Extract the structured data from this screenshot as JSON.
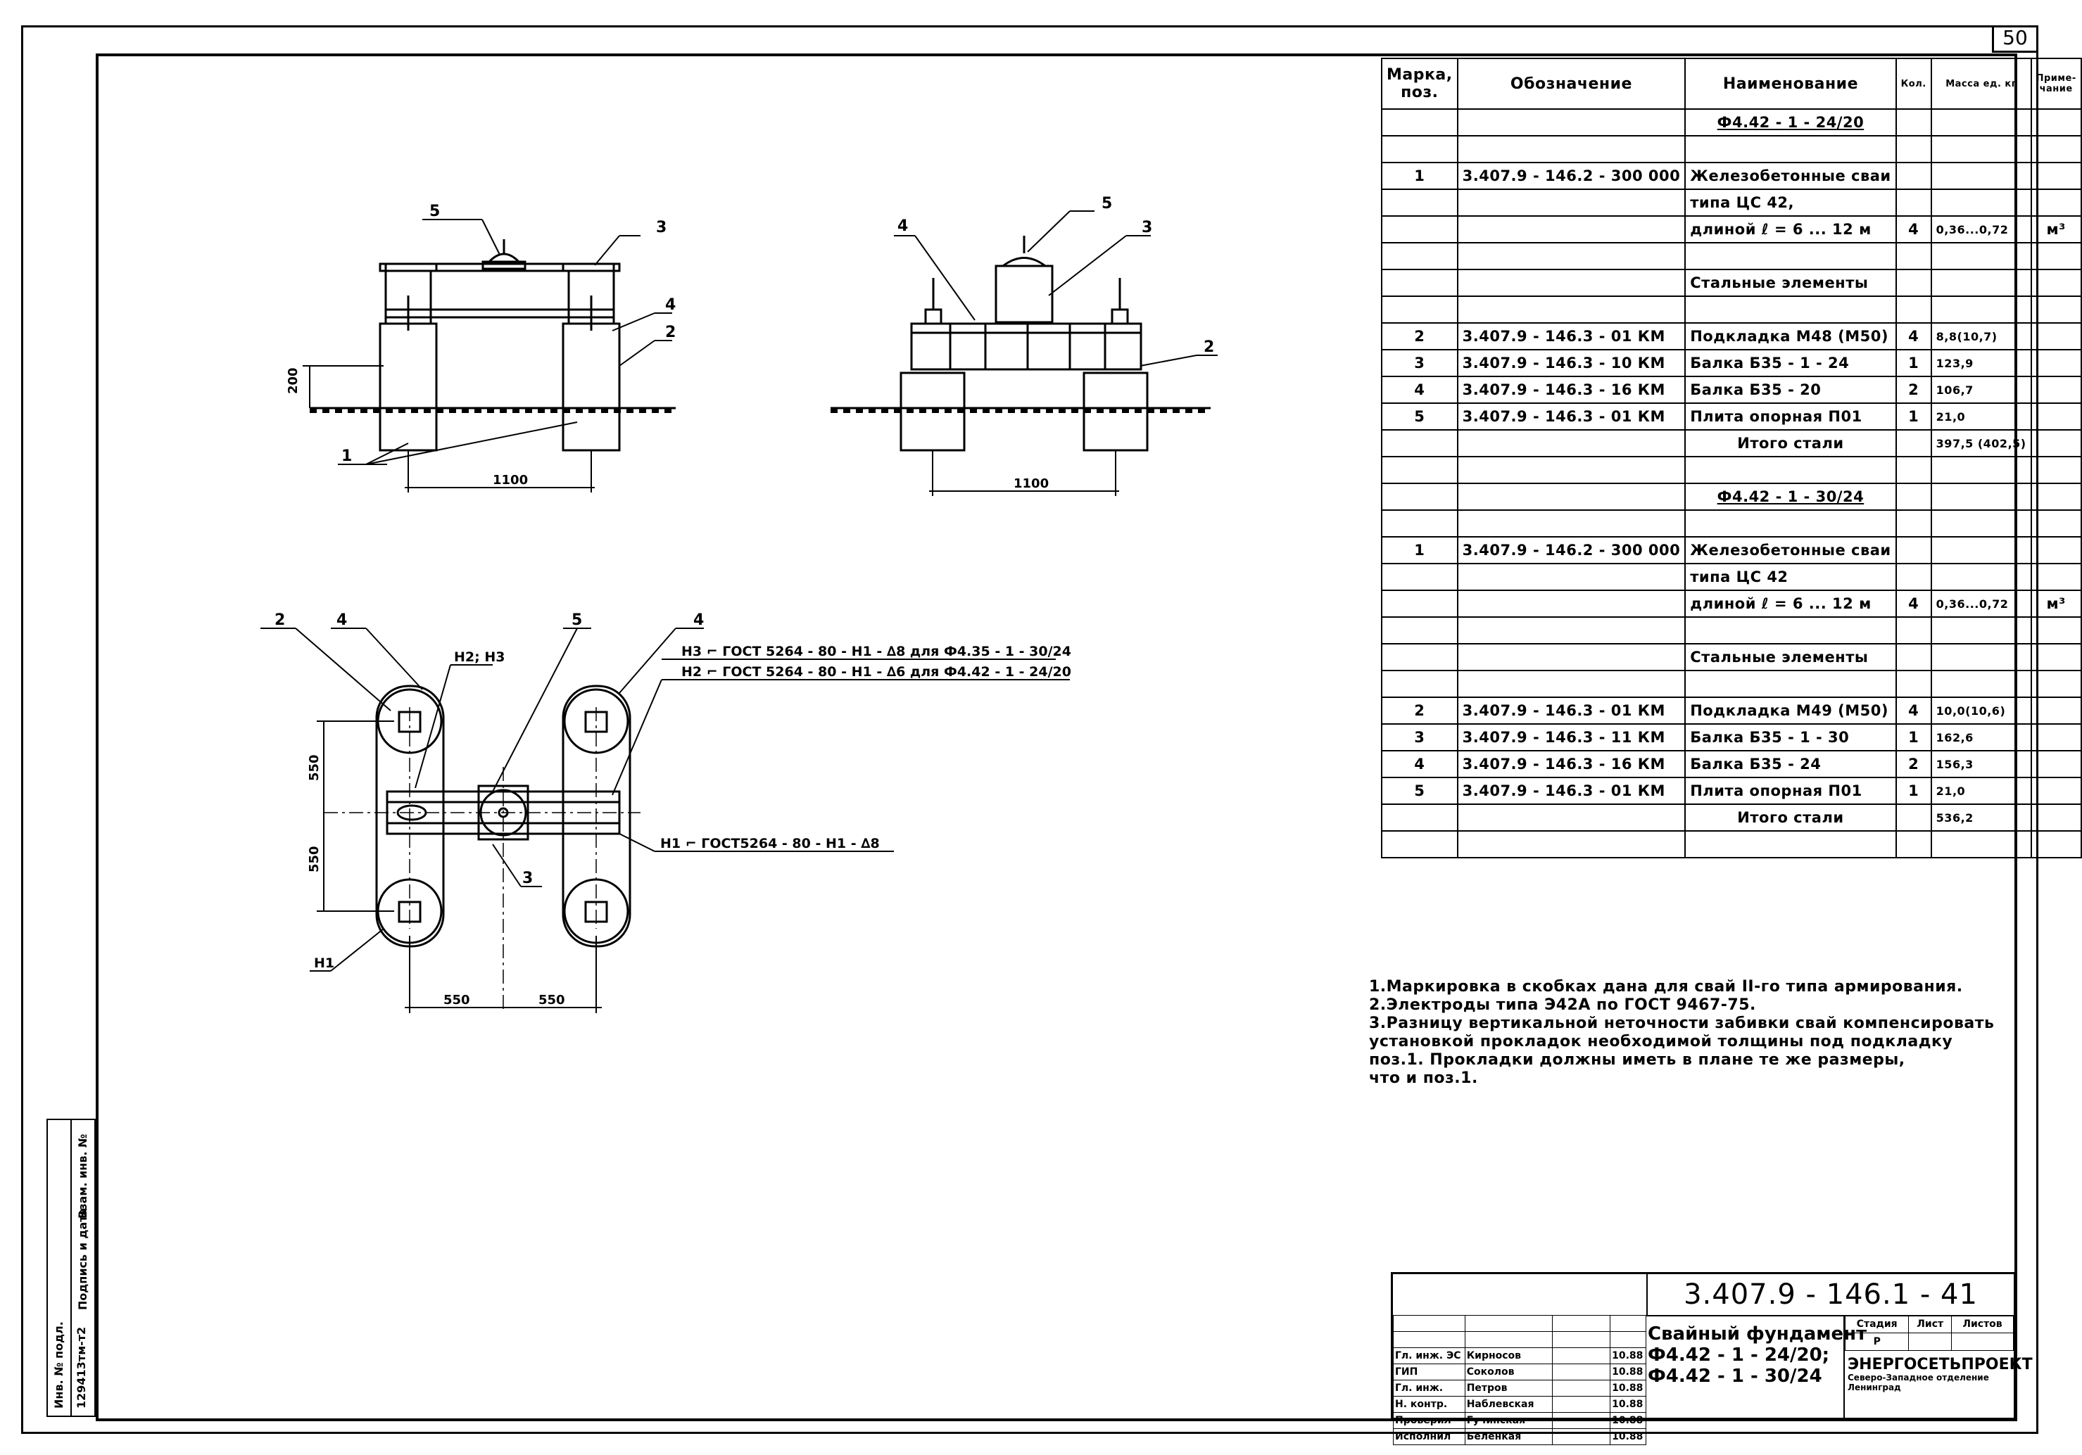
{
  "sheet": {
    "number": "50"
  },
  "drawing": {
    "elevation1": {
      "callouts": [
        "5",
        "3",
        "4",
        "2",
        "1"
      ],
      "dim_height": "200",
      "dim_width": "1100"
    },
    "elevation2": {
      "callouts": [
        "4",
        "5",
        "3",
        "2"
      ],
      "dim_width": "1100"
    },
    "plan": {
      "callouts": [
        "2",
        "4",
        "5",
        "4",
        "3"
      ],
      "weld_labels": {
        "n2n3": "Н2; Н3",
        "n3": "Н3 ⌐ ГОСТ 5264 - 80 - Н1 - ∆8 для Ф4.35 - 1 - 30/24",
        "n2": "Н2 ⌐ ГОСТ 5264 - 80 - Н1 - ∆6 для Ф4.42 - 1 - 24/20",
        "n1": "Н1 ⌐ ГОСТ5264 - 80 - Н1 - ∆8",
        "n1_short": "Н1"
      },
      "dims": {
        "v1": "550",
        "v2": "550",
        "h1": "550",
        "h2": "550"
      }
    }
  },
  "spec_table": {
    "headers": [
      "Марка, поз.",
      "Обозначение",
      "Наименование",
      "Кол.",
      "Масса ед. кг",
      "Приме-чание"
    ],
    "rows": [
      [
        "",
        "",
        "Ф4.42 - 1 - 24/20",
        "",
        "",
        ""
      ],
      [
        "",
        "",
        "",
        "",
        "",
        ""
      ],
      [
        "1",
        "3.407.9 - 146.2 - 300 000",
        "Железобетонные сваи",
        "",
        "",
        ""
      ],
      [
        "",
        "",
        "типа ЦС 42,",
        "",
        "",
        ""
      ],
      [
        "",
        "",
        "длиной ℓ = 6 ... 12 м",
        "4",
        "0,36...0,72",
        "м³"
      ],
      [
        "",
        "",
        "",
        "",
        "",
        ""
      ],
      [
        "",
        "",
        "Стальные элементы",
        "",
        "",
        ""
      ],
      [
        "",
        "",
        "",
        "",
        "",
        ""
      ],
      [
        "2",
        "3.407.9 - 146.3 - 01 КМ",
        "Подкладка М48 (М50)",
        "4",
        "8,8(10,7)",
        ""
      ],
      [
        "3",
        "3.407.9 - 146.3 - 10 КМ",
        "Балка Б35 - 1 - 24",
        "1",
        "123,9",
        ""
      ],
      [
        "4",
        "3.407.9 - 146.3 - 16 КМ",
        "Балка Б35 - 20",
        "2",
        "106,7",
        ""
      ],
      [
        "5",
        "3.407.9 - 146.3 - 01 КМ",
        "Плита опорная П01",
        "1",
        "21,0",
        ""
      ],
      [
        "",
        "",
        "Итого стали",
        "",
        "397,5 (402,5)",
        ""
      ],
      [
        "",
        "",
        "",
        "",
        "",
        ""
      ],
      [
        "",
        "",
        "Ф4.42 - 1 - 30/24",
        "",
        "",
        ""
      ],
      [
        "",
        "",
        "",
        "",
        "",
        ""
      ],
      [
        "1",
        "3.407.9 - 146.2 - 300 000",
        "Железобетонные сваи",
        "",
        "",
        ""
      ],
      [
        "",
        "",
        "типа ЦС 42",
        "",
        "",
        ""
      ],
      [
        "",
        "",
        "длиной ℓ = 6 ... 12 м",
        "4",
        "0,36...0,72",
        "м³"
      ],
      [
        "",
        "",
        "",
        "",
        "",
        ""
      ],
      [
        "",
        "",
        "Стальные элементы",
        "",
        "",
        ""
      ],
      [
        "",
        "",
        "",
        "",
        "",
        ""
      ],
      [
        "2",
        "3.407.9 - 146.3 - 01 КМ",
        "Подкладка М49 (М50)",
        "4",
        "10,0(10,6)",
        ""
      ],
      [
        "3",
        "3.407.9 - 146.3 - 11 КМ",
        "Балка Б35 - 1 - 30",
        "1",
        "162,6",
        ""
      ],
      [
        "4",
        "3.407.9 - 146.3 - 16 КМ",
        "Балка Б35 - 24",
        "2",
        "156,3",
        ""
      ],
      [
        "5",
        "3.407.9 - 146.3 - 01 КМ",
        "Плита опорная П01",
        "1",
        "21,0",
        ""
      ],
      [
        "",
        "",
        "Итого стали",
        "",
        "536,2",
        ""
      ],
      [
        "",
        "",
        "",
        "",
        "",
        ""
      ]
    ]
  },
  "notes": [
    "1.Маркировка в скобках дана для свай II-го типа армирования.",
    "2.Электроды типа Э42А по ГОСТ 9467-75.",
    "3.Разницу вертикальной неточности забивки свай компенсировать",
    "  установкой прокладок необходимой толщины под подкладку",
    "  поз.1. Прокладки должны иметь в плане те же размеры,",
    "  что и поз.1."
  ],
  "side_stamp": [
    "Инв. № подл.",
    "Подпись и дата",
    "Взам. инв. №"
  ],
  "side_stamp_value": "129413тм-т2",
  "title_block": {
    "code": "3.407.9 - 146.1 - 41",
    "people": [
      [
        "Гл. инж. ЭС",
        "Кирносов",
        "",
        "10.88"
      ],
      [
        "ГИП",
        "Соколов",
        "",
        "10.88"
      ],
      [
        "Гл. инж.",
        "Петров",
        "",
        "10.88"
      ],
      [
        "Н. контр.",
        "Наблевская",
        "",
        "10.88"
      ],
      [
        "Проверил",
        "Гучинская",
        "",
        "10.88"
      ],
      [
        "Исполнил",
        "Беленкая",
        "",
        "10.88"
      ]
    ],
    "title_lines": [
      "Свайный фундамент",
      "Ф4.42 - 1 - 24/20;",
      "Ф4.42 - 1 - 30/24"
    ],
    "stage_headers": [
      "Стадия",
      "Лист",
      "Листов"
    ],
    "stage_values": [
      "Р",
      "",
      ""
    ],
    "org": "ЭНЕРГОСЕТЬПРОЕКТ",
    "org_sub": "Северо-Западное отделение Ленинград"
  }
}
